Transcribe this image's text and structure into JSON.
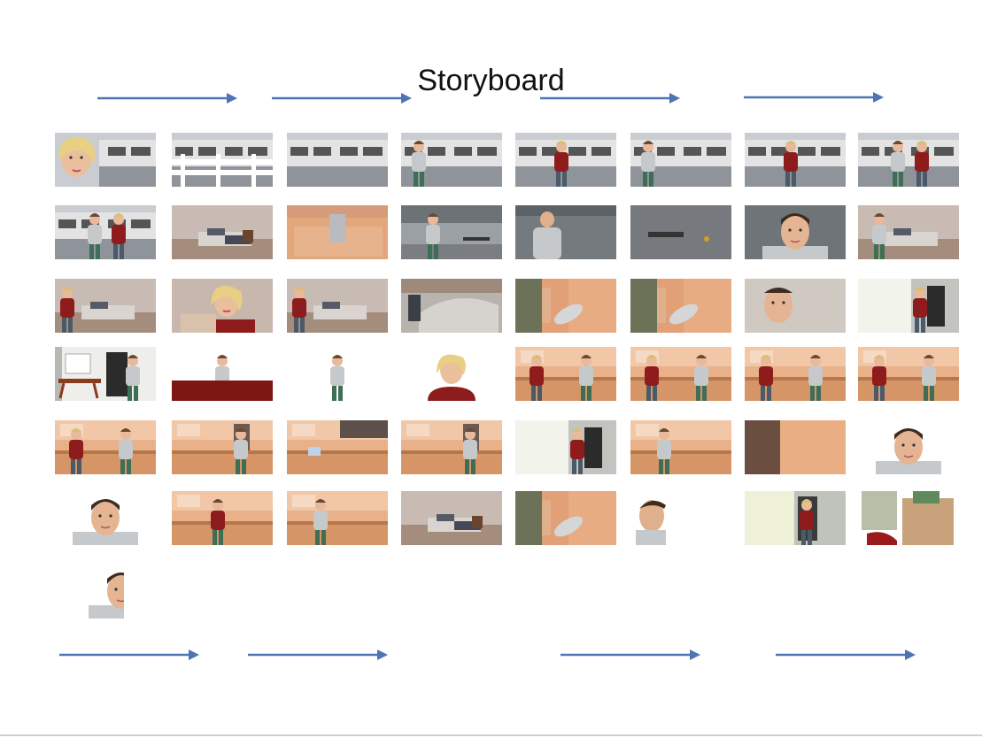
{
  "slide": {
    "title": "Storyboard"
  },
  "colors": {
    "arrow": "#4f74b3",
    "background": "#ffffff"
  },
  "frames": [
    {
      "row": 1,
      "scene": "blonde-woman-closeup-street"
    },
    {
      "row": 1,
      "scene": "street-fence"
    },
    {
      "row": 1,
      "scene": "street-garage-wide"
    },
    {
      "row": 1,
      "scene": "man-standing-street"
    },
    {
      "row": 1,
      "scene": "woman-red-shirt-street"
    },
    {
      "row": 1,
      "scene": "man-standing-street"
    },
    {
      "row": 1,
      "scene": "woman-red-shirt-street"
    },
    {
      "row": 1,
      "scene": "man-and-woman-street"
    },
    {
      "row": 2,
      "scene": "man-and-woman-street"
    },
    {
      "row": 2,
      "scene": "messy-bedroom"
    },
    {
      "row": 2,
      "scene": "bedroom-dresser-closeup"
    },
    {
      "row": 2,
      "scene": "garage-gym"
    },
    {
      "row": 2,
      "scene": "man-in-garage"
    },
    {
      "row": 2,
      "scene": "garage-floor"
    },
    {
      "row": 2,
      "scene": "man-face-closeup"
    },
    {
      "row": 2,
      "scene": "man-in-bedroom"
    },
    {
      "row": 3,
      "scene": "woman-in-bedroom"
    },
    {
      "row": 3,
      "scene": "blonde-woman-closeup"
    },
    {
      "row": 3,
      "scene": "woman-in-bedroom"
    },
    {
      "row": 3,
      "scene": "bed-closeup"
    },
    {
      "row": 3,
      "scene": "hand-with-phone"
    },
    {
      "row": 3,
      "scene": "hand-with-phone"
    },
    {
      "row": 3,
      "scene": "man-face-bed"
    },
    {
      "row": 3,
      "scene": "woman-at-door"
    },
    {
      "row": 4,
      "scene": "doorway-table"
    },
    {
      "row": 4,
      "scene": "man-behind-counter"
    },
    {
      "row": 4,
      "scene": "man-standing-white"
    },
    {
      "row": 4,
      "scene": "blonde-woman-white"
    },
    {
      "row": 4,
      "scene": "kitchen-couple"
    },
    {
      "row": 4,
      "scene": "kitchen-couple"
    },
    {
      "row": 4,
      "scene": "kitchen-couple"
    },
    {
      "row": 4,
      "scene": "kitchen-couple"
    },
    {
      "row": 5,
      "scene": "kitchen-couple"
    },
    {
      "row": 5,
      "scene": "kitchen-wide"
    },
    {
      "row": 5,
      "scene": "kitchen-corner"
    },
    {
      "row": 5,
      "scene": "kitchen-wide"
    },
    {
      "row": 5,
      "scene": "woman-at-door"
    },
    {
      "row": 5,
      "scene": "kitchen-man"
    },
    {
      "row": 5,
      "scene": "kitchen-closeup"
    },
    {
      "row": 5,
      "scene": "man-portrait"
    },
    {
      "row": 6,
      "scene": "man-portrait"
    },
    {
      "row": 6,
      "scene": "kitchen-woman"
    },
    {
      "row": 6,
      "scene": "kitchen-man"
    },
    {
      "row": 6,
      "scene": "messy-bedroom"
    },
    {
      "row": 6,
      "scene": "hand-with-phone"
    },
    {
      "row": 6,
      "scene": "man-profile"
    },
    {
      "row": 6,
      "scene": "doorway-figure"
    },
    {
      "row": 6,
      "scene": "grocery-bag"
    },
    {
      "row": 7,
      "scene": "man-portrait"
    }
  ]
}
